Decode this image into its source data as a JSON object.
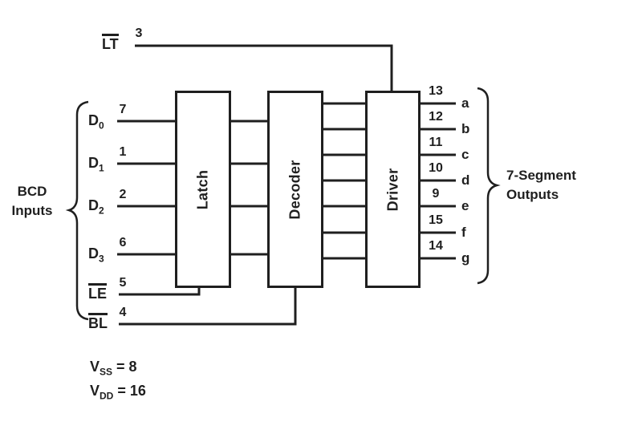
{
  "diagram": {
    "blocks": [
      {
        "label": "Latch"
      },
      {
        "label": "Decoder"
      },
      {
        "label": "Driver"
      }
    ],
    "lamp_test": {
      "label": "LT",
      "pin": "3"
    },
    "bcd_group": {
      "line1": "BCD",
      "line2": "Inputs"
    },
    "inputs": [
      {
        "name": "D",
        "sub": "0",
        "pin": "7"
      },
      {
        "name": "D",
        "sub": "1",
        "pin": "1"
      },
      {
        "name": "D",
        "sub": "2",
        "pin": "2"
      },
      {
        "name": "D",
        "sub": "3",
        "pin": "6"
      },
      {
        "name": "LE",
        "pin": "5"
      },
      {
        "name": "BL",
        "pin": "4"
      }
    ],
    "outputs": [
      {
        "pin": "13",
        "segment": "a"
      },
      {
        "pin": "12",
        "segment": "b"
      },
      {
        "pin": "11",
        "segment": "c"
      },
      {
        "pin": "10",
        "segment": "d"
      },
      {
        "pin": "9",
        "segment": "e"
      },
      {
        "pin": "15",
        "segment": "f"
      },
      {
        "pin": "14",
        "segment": "g"
      }
    ],
    "output_group": {
      "line1": "7-Segment",
      "line2": "Outputs"
    },
    "power": [
      {
        "name": "V",
        "sub": "SS",
        "value": "= 8"
      },
      {
        "name": "V",
        "sub": "DD",
        "value": "= 16"
      }
    ]
  }
}
